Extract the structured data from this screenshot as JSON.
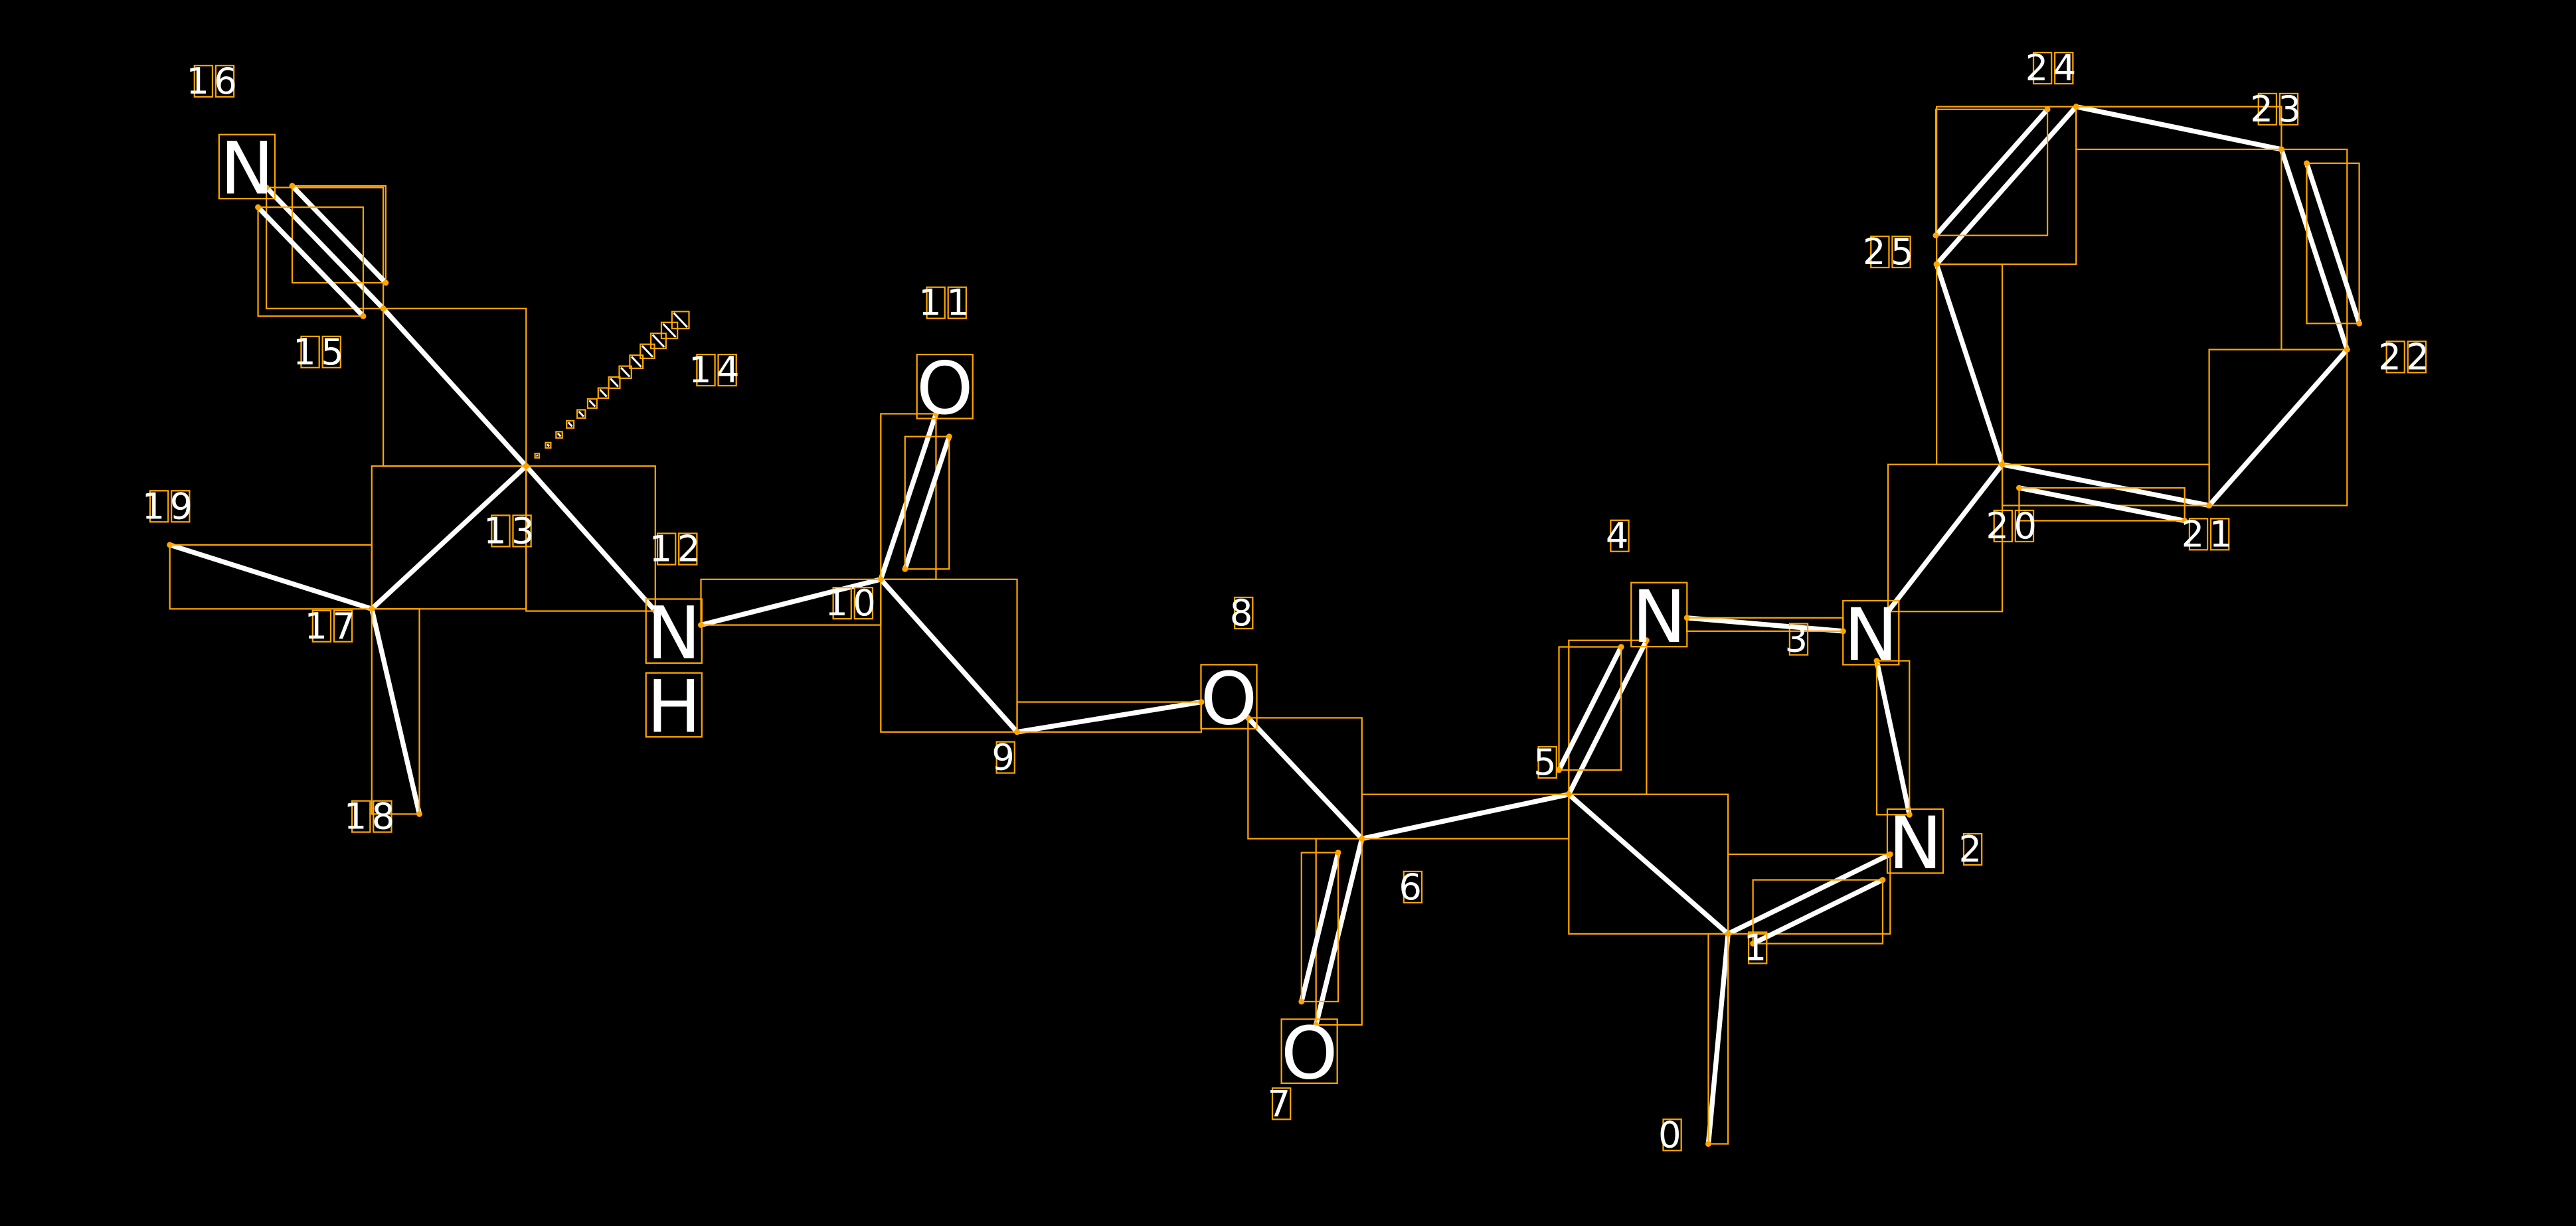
{
  "colors": {
    "background": "#000000",
    "bond": "#ffffff",
    "box": "#FFA500"
  },
  "atoms": [
    {
      "index": "0",
      "symbol": ""
    },
    {
      "index": "1",
      "symbol": ""
    },
    {
      "index": "2",
      "symbol": "N"
    },
    {
      "index": "3",
      "symbol": "N"
    },
    {
      "index": "4",
      "symbol": "N"
    },
    {
      "index": "5",
      "symbol": ""
    },
    {
      "index": "6",
      "symbol": ""
    },
    {
      "index": "7",
      "symbol": "O"
    },
    {
      "index": "8",
      "symbol": "O"
    },
    {
      "index": "9",
      "symbol": ""
    },
    {
      "index": "10",
      "symbol": ""
    },
    {
      "index": "11",
      "symbol": "O"
    },
    {
      "index": "12",
      "symbol": "N",
      "h": "H"
    },
    {
      "index": "13",
      "symbol": ""
    },
    {
      "index": "14",
      "symbol": ""
    },
    {
      "index": "15",
      "symbol": ""
    },
    {
      "index": "16",
      "symbol": "N"
    },
    {
      "index": "17",
      "symbol": ""
    },
    {
      "index": "18",
      "symbol": ""
    },
    {
      "index": "19",
      "symbol": ""
    },
    {
      "index": "20",
      "symbol": ""
    },
    {
      "index": "21",
      "symbol": ""
    },
    {
      "index": "22",
      "symbol": ""
    },
    {
      "index": "23",
      "symbol": ""
    },
    {
      "index": "24",
      "symbol": ""
    },
    {
      "index": "25",
      "symbol": ""
    }
  ],
  "bonds": [
    {
      "a": 0,
      "b": 1,
      "order": 1
    },
    {
      "a": 1,
      "b": 2,
      "order": 2
    },
    {
      "a": 2,
      "b": 3,
      "order": 1
    },
    {
      "a": 3,
      "b": 4,
      "order": 1
    },
    {
      "a": 4,
      "b": 5,
      "order": 2
    },
    {
      "a": 5,
      "b": 1,
      "order": 1
    },
    {
      "a": 5,
      "b": 6,
      "order": 1
    },
    {
      "a": 6,
      "b": 7,
      "order": 2
    },
    {
      "a": 6,
      "b": 8,
      "order": 1
    },
    {
      "a": 8,
      "b": 9,
      "order": 1
    },
    {
      "a": 9,
      "b": 10,
      "order": 1
    },
    {
      "a": 10,
      "b": 11,
      "order": 2
    },
    {
      "a": 10,
      "b": 12,
      "order": 1
    },
    {
      "a": 12,
      "b": 13,
      "order": 1
    },
    {
      "a": 13,
      "b": 14,
      "order": 1,
      "style": "hash"
    },
    {
      "a": 13,
      "b": 15,
      "order": 1
    },
    {
      "a": 15,
      "b": 16,
      "order": 3
    },
    {
      "a": 13,
      "b": 17,
      "order": 1
    },
    {
      "a": 17,
      "b": 18,
      "order": 1
    },
    {
      "a": 17,
      "b": 19,
      "order": 1
    },
    {
      "a": 3,
      "b": 20,
      "order": 1
    },
    {
      "a": 20,
      "b": 21,
      "order": 2
    },
    {
      "a": 21,
      "b": 22,
      "order": 1
    },
    {
      "a": 22,
      "b": 23,
      "order": 2
    },
    {
      "a": 23,
      "b": 24,
      "order": 1
    },
    {
      "a": 24,
      "b": 25,
      "order": 2
    },
    {
      "a": 25,
      "b": 20,
      "order": 1
    }
  ]
}
